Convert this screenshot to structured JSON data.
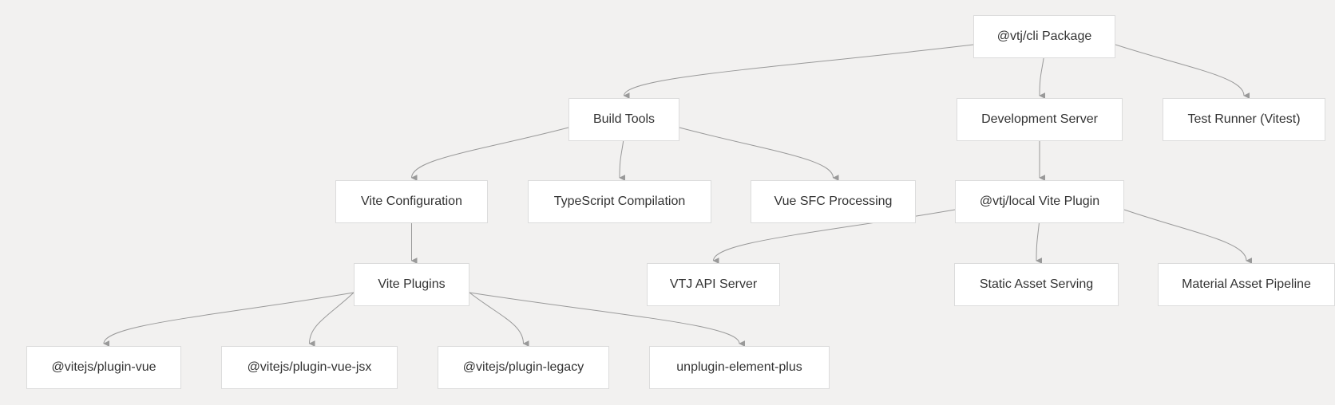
{
  "diagram": {
    "nodes": {
      "cli": "@vtj/cli Package",
      "build_tools": "Build Tools",
      "dev_server": "Development Server",
      "test_runner": "Test Runner (Vitest)",
      "vite_config": "Vite Configuration",
      "ts_compile": "TypeScript Compilation",
      "vue_sfc": "Vue SFC Processing",
      "local_plugin": "@vtj/local Vite Plugin",
      "vite_plugins": "Vite Plugins",
      "api_server": "VTJ API Server",
      "static_assets": "Static Asset Serving",
      "material_pipeline": "Material Asset Pipeline",
      "plugin_vue": "@vitejs/plugin-vue",
      "plugin_vue_jsx": "@vitejs/plugin-vue-jsx",
      "plugin_legacy": "@vitejs/plugin-legacy",
      "unplugin_ep": "unplugin-element-plus"
    },
    "edges": [
      [
        "cli",
        "build_tools"
      ],
      [
        "cli",
        "dev_server"
      ],
      [
        "cli",
        "test_runner"
      ],
      [
        "build_tools",
        "vite_config"
      ],
      [
        "build_tools",
        "ts_compile"
      ],
      [
        "build_tools",
        "vue_sfc"
      ],
      [
        "dev_server",
        "local_plugin"
      ],
      [
        "vite_config",
        "vite_plugins"
      ],
      [
        "local_plugin",
        "api_server"
      ],
      [
        "local_plugin",
        "static_assets"
      ],
      [
        "local_plugin",
        "material_pipeline"
      ],
      [
        "vite_plugins",
        "plugin_vue"
      ],
      [
        "vite_plugins",
        "plugin_vue_jsx"
      ],
      [
        "vite_plugins",
        "plugin_legacy"
      ],
      [
        "vite_plugins",
        "unplugin_ep"
      ]
    ],
    "colors": {
      "background": "#f2f1f0",
      "node_fill": "#ffffff",
      "node_border": "#dcdcdc",
      "edge": "#999999",
      "text": "#333333"
    }
  }
}
